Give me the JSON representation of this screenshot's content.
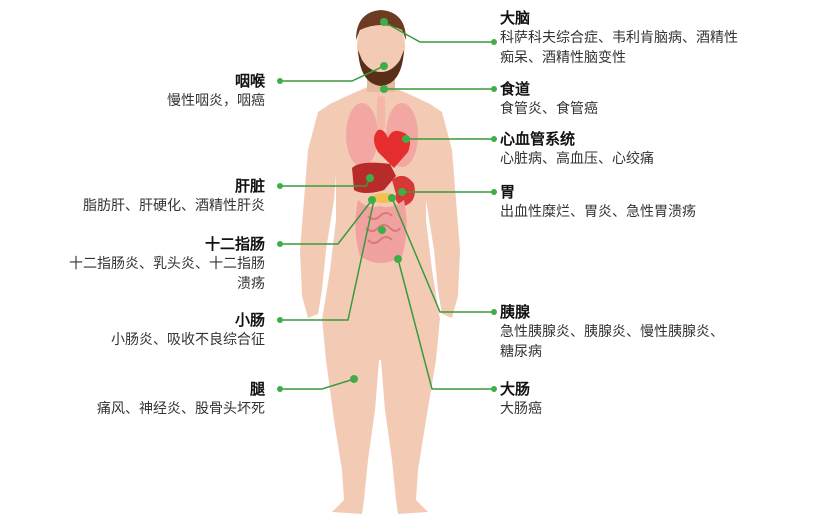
{
  "colors": {
    "skin": "#f3cbb5",
    "skin_shadow": "#e9b8a0",
    "hair": "#6b3b22",
    "beard": "#5a2f1a",
    "lung": "#f3a7a3",
    "heart": "#e52d2d",
    "liver": "#b72b2b",
    "stomach": "#d93636",
    "intestine": "#f0a2a0",
    "pancreas": "#f2c14e",
    "callout_line": "#3a9a3a",
    "callout_dot": "#3fae49"
  },
  "callouts": {
    "brain": {
      "title": "大脑",
      "desc_lines": [
        "科萨科夫综合症、韦利肯脑病、酒精性",
        "痴呆、酒精性脑变性"
      ]
    },
    "throat": {
      "title": "咽喉",
      "desc_lines": [
        "慢性咽炎，咽癌"
      ]
    },
    "esophagus": {
      "title": "食道",
      "desc_lines": [
        "食管炎、食管癌"
      ]
    },
    "heart": {
      "title": "心血管系统",
      "desc_lines": [
        "心脏病、高血压、心绞痛"
      ]
    },
    "liver": {
      "title": "肝脏",
      "desc_lines": [
        "脂肪肝、肝硬化、酒精性肝炎"
      ]
    },
    "stomach": {
      "title": "胃",
      "desc_lines": [
        "出血性糜烂、胃炎、急性胃溃疡"
      ]
    },
    "duodenum": {
      "title": "十二指肠",
      "desc_lines": [
        "十二指肠炎、乳头炎、十二指肠",
        "溃疡"
      ]
    },
    "small_intestine": {
      "title": "小肠",
      "desc_lines": [
        "小肠炎、吸收不良综合征"
      ]
    },
    "pancreas": {
      "title": "胰腺",
      "desc_lines": [
        "急性胰腺炎、胰腺炎、慢性胰腺炎、",
        "糖尿病"
      ]
    },
    "leg": {
      "title": "腿",
      "desc_lines": [
        "痛风、神经炎、股骨头坏死"
      ]
    },
    "large_intestine": {
      "title": "大肠",
      "desc_lines": [
        "大肠癌"
      ]
    }
  }
}
